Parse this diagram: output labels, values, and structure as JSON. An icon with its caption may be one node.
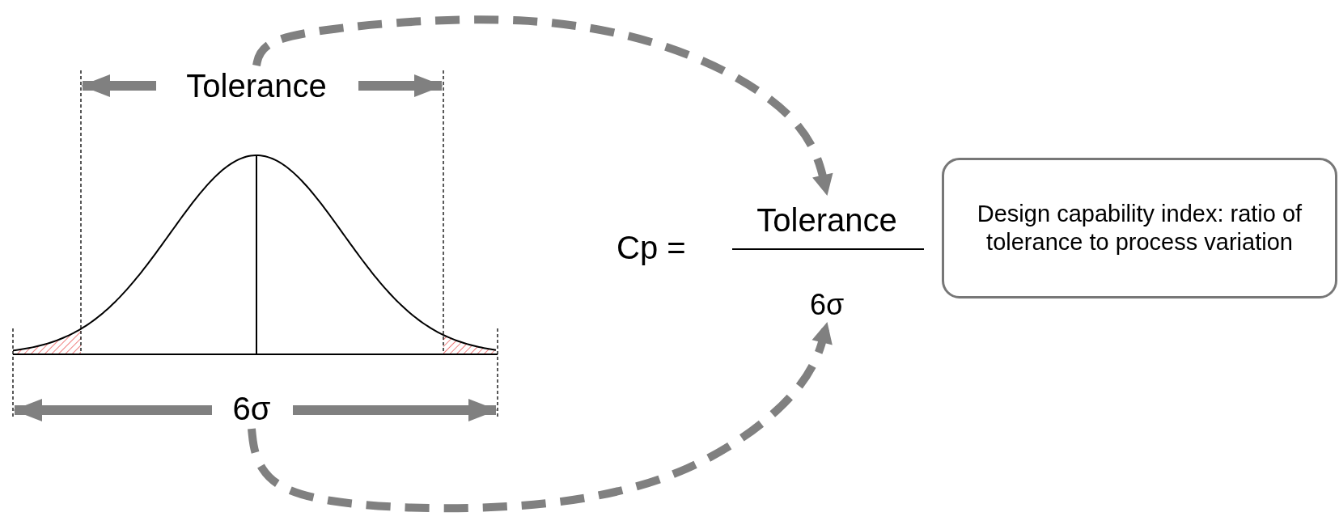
{
  "diagram": {
    "nodes": [
      {
        "text": [
          "Tolerance"
        ]
      },
      {
        "text": [
          "6σ"
        ]
      },
      {
        "text": [
          "Tolerance"
        ]
      },
      {
        "text": [
          "6σ"
        ]
      },
      {
        "text": [
          "Design capability index: ratio of tolerance to process variation"
        ]
      }
    ],
    "edges": [
      {
        "from": 0,
        "to": 2,
        "arrow": "to",
        "style": "dashed"
      },
      {
        "from": 1,
        "to": 3,
        "arrow": "to",
        "style": "dashed"
      }
    ],
    "labels": [
      "Cp ="
    ]
  }
}
